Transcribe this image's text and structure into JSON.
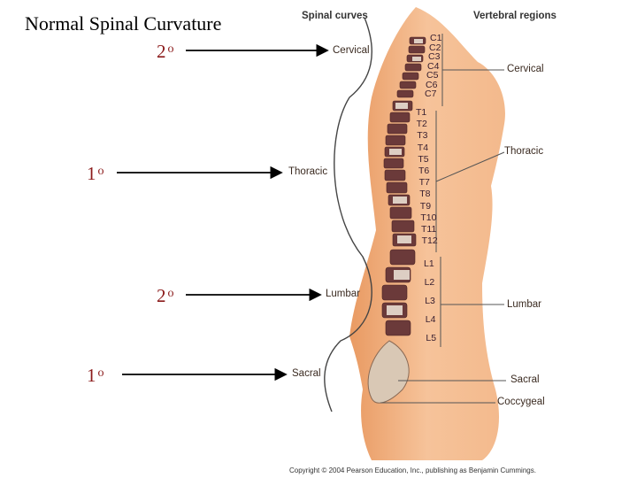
{
  "title": "Normal Spinal Curvature",
  "marks": [
    {
      "num": "2",
      "sym": "o"
    },
    {
      "num": "1",
      "sym": "o"
    },
    {
      "num": "2",
      "sym": "o"
    },
    {
      "num": "1",
      "sym": "o"
    }
  ],
  "figure": {
    "headers": {
      "spinal_curves": "Spinal curves",
      "vertebral_regions": "Vertebral regions"
    },
    "curves": [
      "Cervical",
      "Thoracic",
      "Lumbar",
      "Sacral"
    ],
    "regions": [
      "Cervical",
      "Thoracic",
      "Lumbar",
      "Sacral",
      "Coccygeal"
    ],
    "vertebrae": {
      "cervical": [
        "C1",
        "C2",
        "C3",
        "C4",
        "C5",
        "C6",
        "C7"
      ],
      "thoracic": [
        "T1",
        "T2",
        "T3",
        "T4",
        "T5",
        "T6",
        "T7",
        "T8",
        "T9",
        "T10",
        "T11",
        "T12"
      ],
      "lumbar": [
        "L1",
        "L2",
        "L3",
        "L4",
        "L5"
      ]
    },
    "copyright": "Copyright © 2004 Pearson Education, Inc., publishing as Benjamin Cummings.",
    "colors": {
      "skin": "#f2b98a",
      "bone": "#e8ddd0",
      "arrow": "#000000",
      "mark": "#8b1a1a"
    }
  }
}
